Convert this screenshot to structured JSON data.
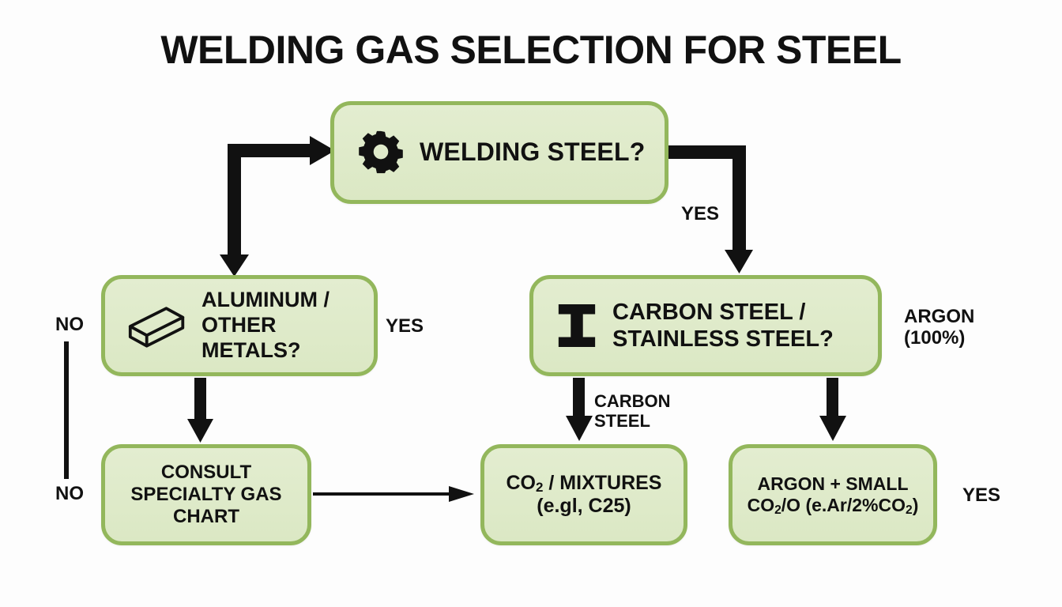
{
  "page": {
    "title": "WELDING GAS SELECTION FOR STEEL",
    "background_color": "#fdfdfd",
    "node_fill_color": "#dde8c6",
    "node_border_color": "#93b75c",
    "text_color": "#111111"
  },
  "nodes": {
    "welding_steel": {
      "label": "WELDING STEEL?",
      "icon": "gear-icon",
      "type": "decision"
    },
    "aluminum": {
      "line1": "ALUMINUM /",
      "line2": "OTHER METALS?",
      "icon": "metal-bar-icon",
      "type": "decision"
    },
    "carbon_steel": {
      "line1": "CARBON STEEL /",
      "line2": "STAINLESS STEEL?",
      "icon": "i-beam-icon",
      "type": "decision"
    },
    "consult": {
      "line1": "CONSULT",
      "line2": "SPECIALTY GAS",
      "line3": "CHART",
      "type": "result"
    },
    "co2_mixtures": {
      "line1_prefix": "CO",
      "line1_sub": "2",
      "line1_suffix": " / MIXTURES",
      "line2": "(e.gl, C25)",
      "type": "result"
    },
    "argon_small": {
      "line1": "ARGON + SMALL",
      "line2_a": "CO",
      "line2_sub1": "2",
      "line2_b": "/O (e.Ar/2%CO",
      "line2_sub2": "2",
      "line2_c": ")",
      "type": "result"
    }
  },
  "edge_labels": {
    "yes_top": "YES",
    "no_upper": "NO",
    "no_lower": "NO",
    "yes_aluminum": "YES",
    "argon_100": "ARGON\n(100%)",
    "carbon_steel": "CARBON\nSTEEL",
    "yes_right": "YES"
  }
}
